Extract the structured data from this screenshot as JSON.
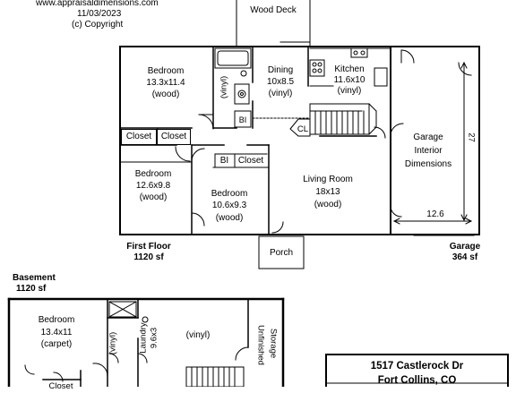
{
  "header": {
    "website": "www.appraisaldimensions.com",
    "date": "11/03/2023",
    "copyright": "(c) Copyright"
  },
  "first_floor": {
    "label": "First Floor",
    "area": "1120 sf",
    "rooms": {
      "wood_deck": "Wood Deck",
      "bedroom_main": {
        "name": "Bedroom",
        "size": "13.3x11.4",
        "floor": "(wood)"
      },
      "bath_vinyl": "(vinyl)",
      "bath_bi": "BI",
      "dining": {
        "name": "Dining",
        "size": "10x8.5",
        "floor": "(vinyl)"
      },
      "kitchen": {
        "name": "Kitchen",
        "size": "11.6x10",
        "floor": "(vinyl)"
      },
      "closet_left": "Closet",
      "closet_right": "Closet",
      "cl": "CL",
      "bedroom_left": {
        "name": "Bedroom",
        "size": "12.6x9.8",
        "floor": "(wood)"
      },
      "bedroom_center": {
        "name": "Bedroom",
        "size": "10.6x9.3",
        "floor": "(wood)"
      },
      "center_bi": "BI",
      "center_closet": "Closet",
      "living_room": {
        "name": "Living Room",
        "size": "18x13",
        "floor": "(wood)"
      },
      "porch": "Porch"
    }
  },
  "garage": {
    "interior": [
      "Garage",
      "Interior",
      "Dimensions"
    ],
    "depth": "27",
    "width": "12.6",
    "label": "Garage",
    "area": "364 sf"
  },
  "basement": {
    "label": "Basement",
    "area": "1120 sf",
    "rooms": {
      "bedroom": {
        "name": "Bedroom",
        "size": "13.4x11",
        "floor": "(carpet)"
      },
      "bath_vinyl": "(vinyl)",
      "laundry": {
        "name": "Laundry",
        "size": "9.6x3"
      },
      "main_vinyl": "(vinyl)",
      "storage": "Storage",
      "unfinished": "Unfinished",
      "closet": "Closet"
    }
  },
  "address": {
    "street": "1517 Castlerock Dr",
    "city": "Fort Collins, CO"
  }
}
